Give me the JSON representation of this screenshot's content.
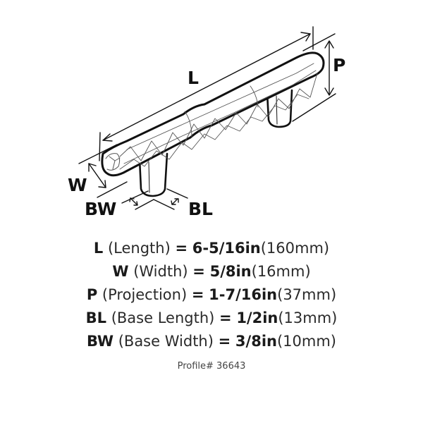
{
  "diagram": {
    "subject": "cabinet bar pull handle (faceted)",
    "labels": {
      "L": "L",
      "P": "P",
      "W": "W",
      "BW": "BW",
      "BL": "BL"
    },
    "colors": {
      "stroke": "#111111",
      "facet": "#555555",
      "background": "#ffffff"
    }
  },
  "specs": [
    {
      "key": "L",
      "desc": "(Length)",
      "eq": "=",
      "inches": "6-5/16in",
      "mm": "(160mm)"
    },
    {
      "key": "W",
      "desc": "(Width)",
      "eq": "=",
      "inches": "5/8in",
      "mm": "(16mm)"
    },
    {
      "key": "P",
      "desc": "(Projection)",
      "eq": "=",
      "inches": "1-7/16in",
      "mm": "(37mm)"
    },
    {
      "key": "BL",
      "desc": "(Base Length)",
      "eq": "=",
      "inches": "1/2in",
      "mm": "(13mm)"
    },
    {
      "key": "BW",
      "desc": "(Base Width)",
      "eq": "=",
      "inches": "3/8in",
      "mm": "(10mm)"
    }
  ],
  "profile": "Profile# 36643"
}
